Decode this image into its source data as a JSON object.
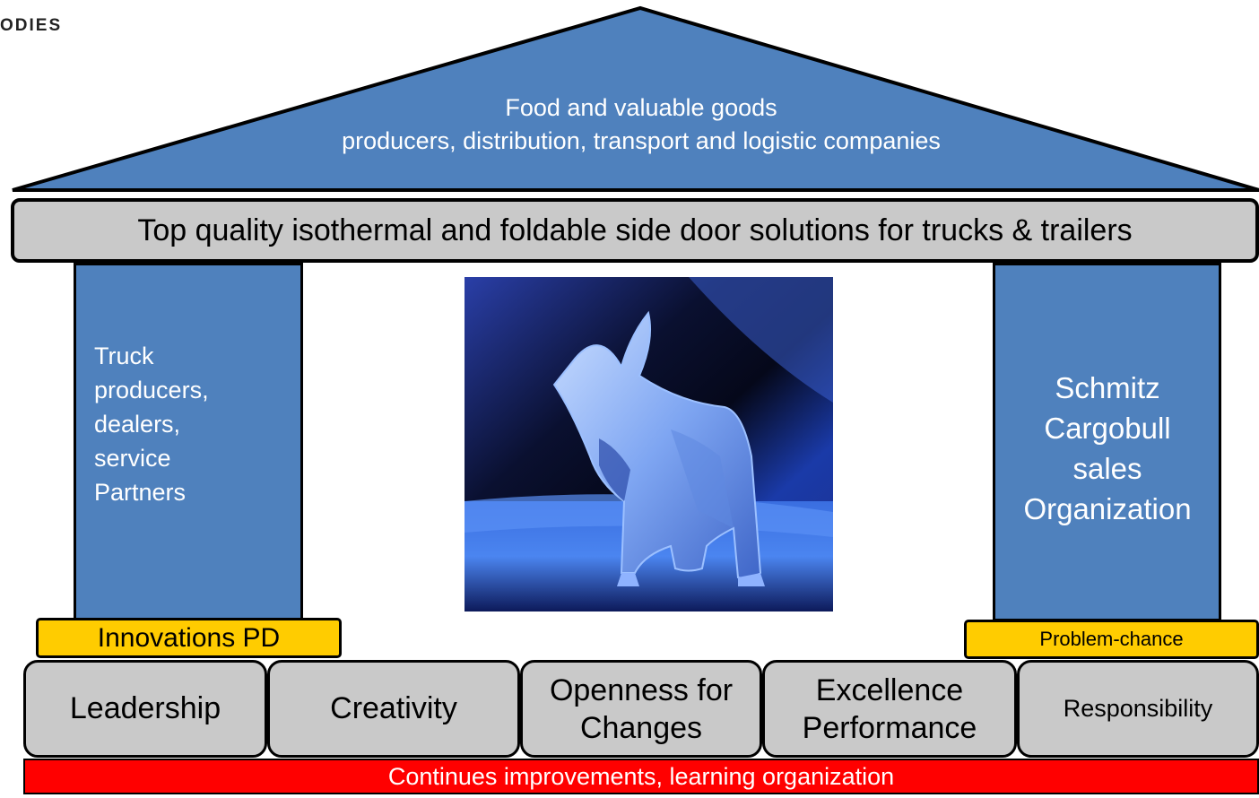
{
  "logo": {
    "text": "ODIES"
  },
  "roof": {
    "line1": "Food and valuable goods",
    "line2": "producers, distribution, transport  and logistic companies"
  },
  "beam": {
    "text": "Top quality isothermal and foldable side door solutions  for trucks & trailers"
  },
  "pillars": {
    "left": {
      "lines": [
        "Truck",
        "producers,",
        "dealers,",
        "service",
        "Partners"
      ]
    },
    "right": {
      "lines": [
        "Schmitz",
        "Cargobull",
        "sales",
        "Organization"
      ]
    }
  },
  "image": {
    "subject": "blue-elephant-sculpture"
  },
  "badges": {
    "left": "Innovations PD",
    "right": "Problem-chance"
  },
  "values": [
    {
      "lines": [
        "Leadership"
      ]
    },
    {
      "lines": [
        "Creativity"
      ]
    },
    {
      "lines": [
        "Openness for",
        "Changes"
      ]
    },
    {
      "lines": [
        "Excellence",
        "Performance"
      ]
    },
    {
      "lines": [
        "Responsibility"
      ]
    }
  ],
  "footer": {
    "text": "Continues improvements, learning organization"
  },
  "colors": {
    "roof_blue": "#4f81bd",
    "pillar_blue": "#4f81bd",
    "beam_gray": "#c9c9c9",
    "badge_yellow": "#ffcc00",
    "footer_red": "#ff0000"
  }
}
